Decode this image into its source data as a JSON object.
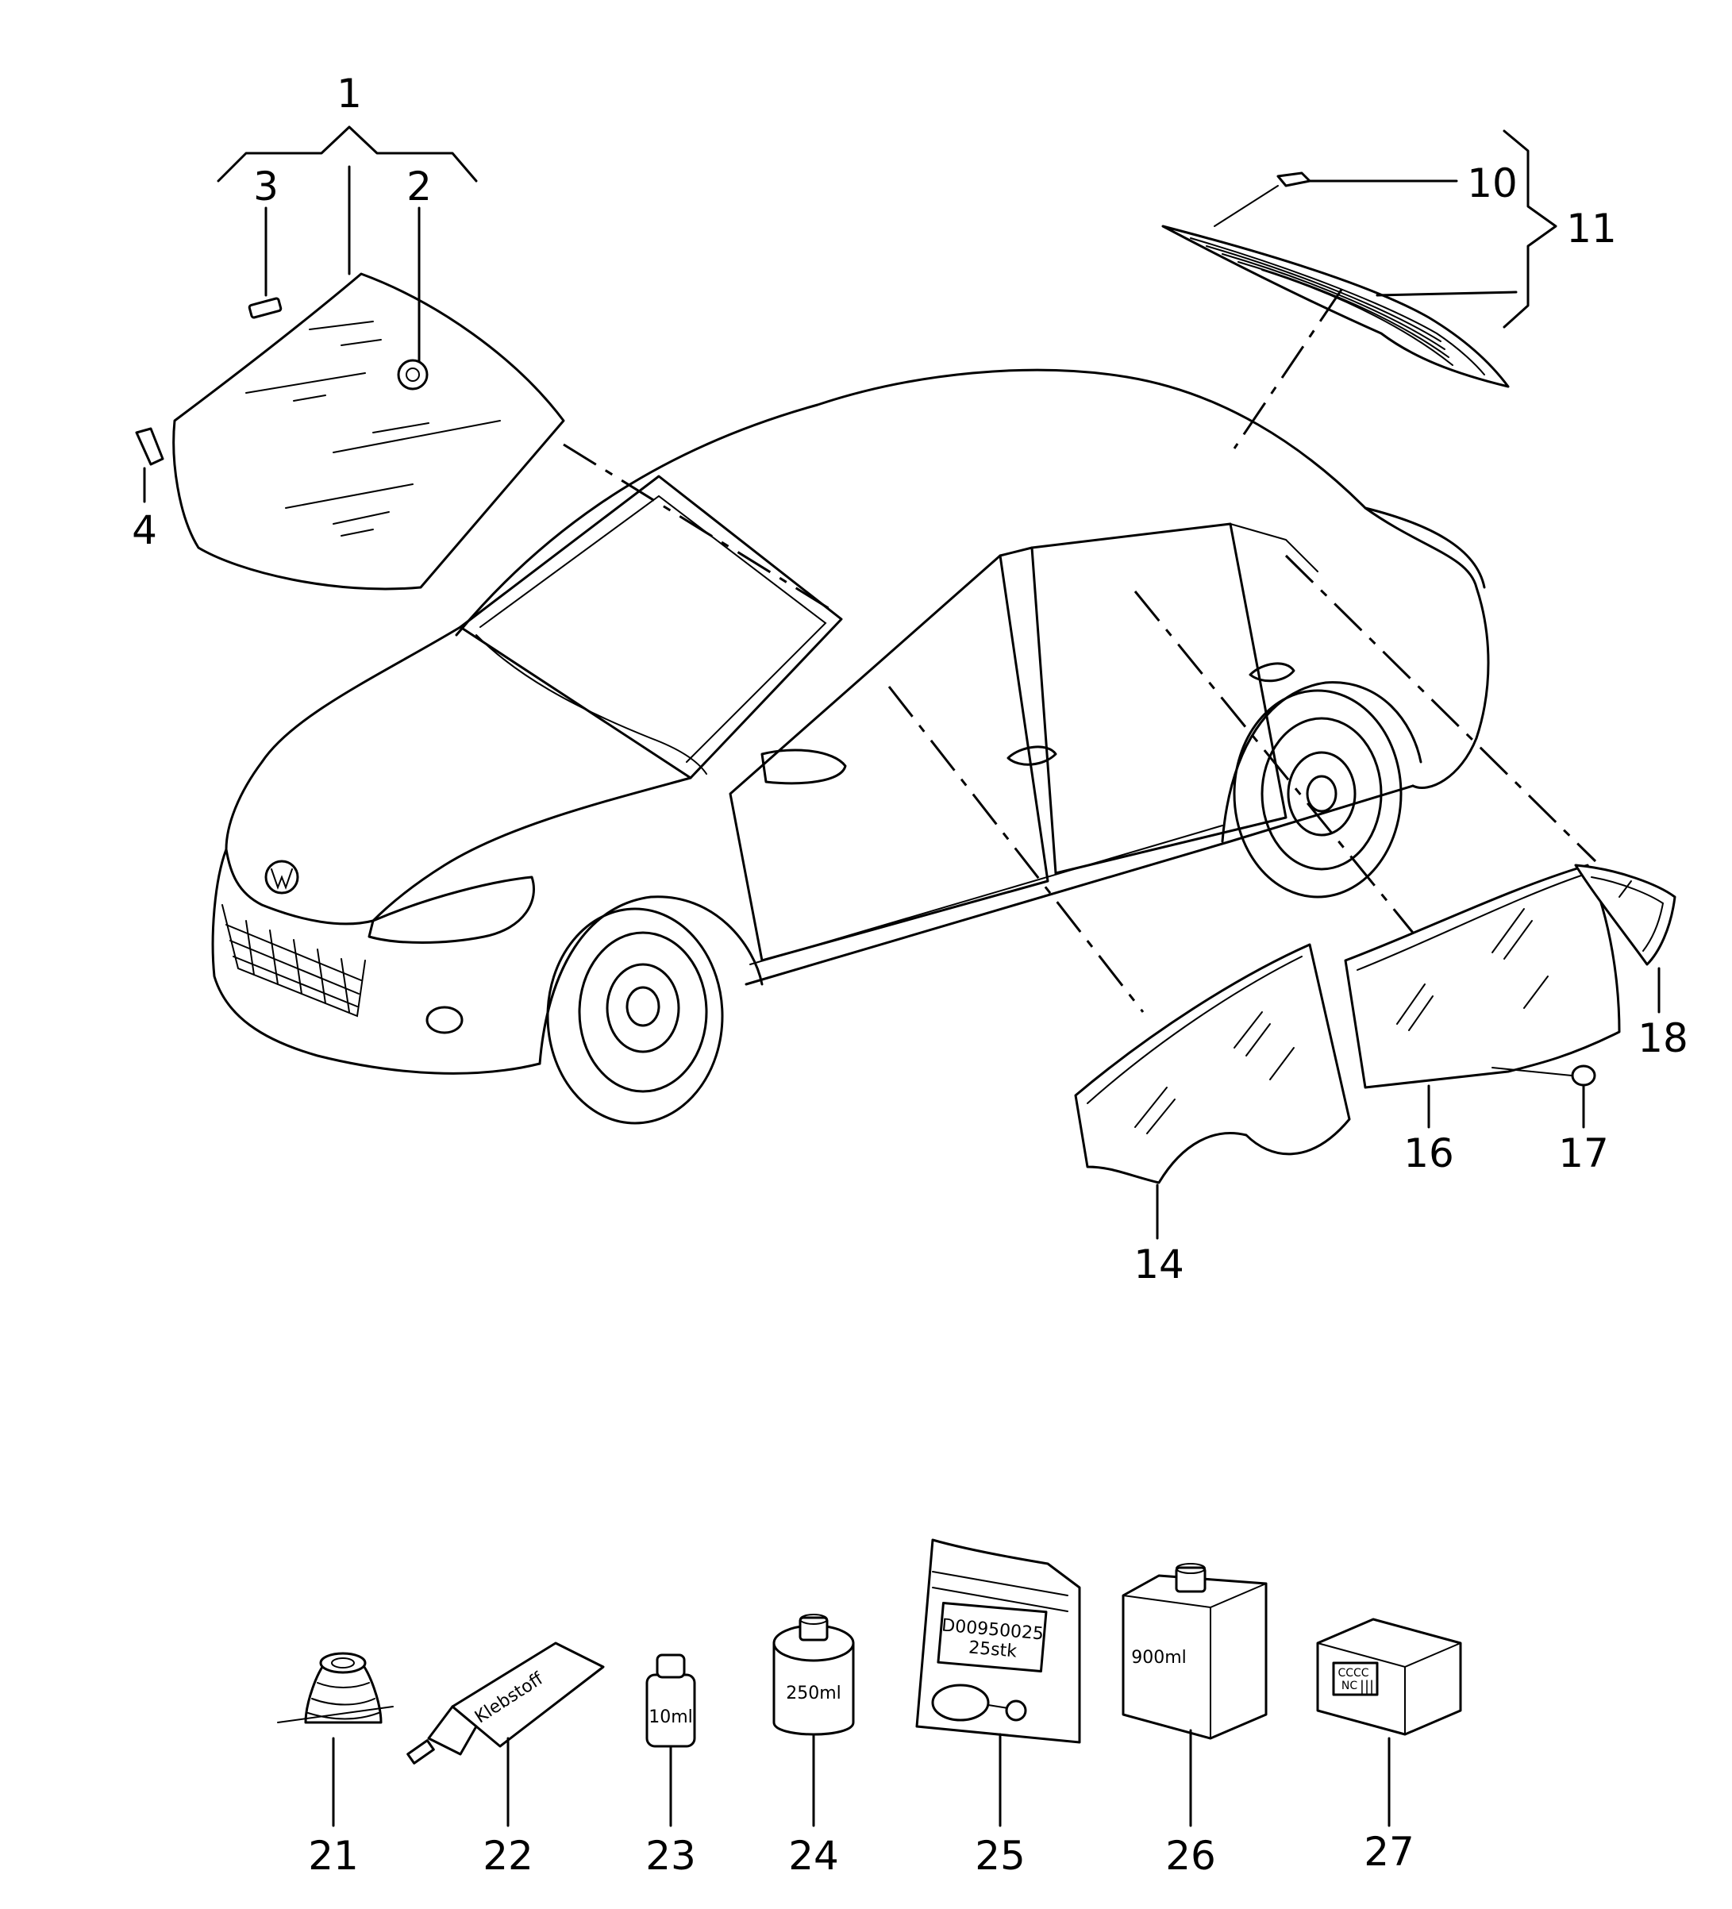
{
  "callouts": {
    "c1": "1",
    "c2": "2",
    "c3": "3",
    "c4": "4",
    "c10": "10",
    "c11": "11",
    "c14": "14",
    "c16": "16",
    "c17": "17",
    "c18": "18",
    "c21": "21",
    "c22": "22",
    "c23": "23",
    "c24": "24",
    "c25": "25",
    "c26": "26",
    "c27": "27"
  },
  "product_labels": {
    "tube": "Klebstoff",
    "small_bottle": "10ml",
    "can": "250ml",
    "bag_line1": "D00950025",
    "bag_line2": "25stk",
    "canister": "900ml",
    "box_line1": "CCCC",
    "box_line2": "NC",
    "box_marks": "|||"
  }
}
